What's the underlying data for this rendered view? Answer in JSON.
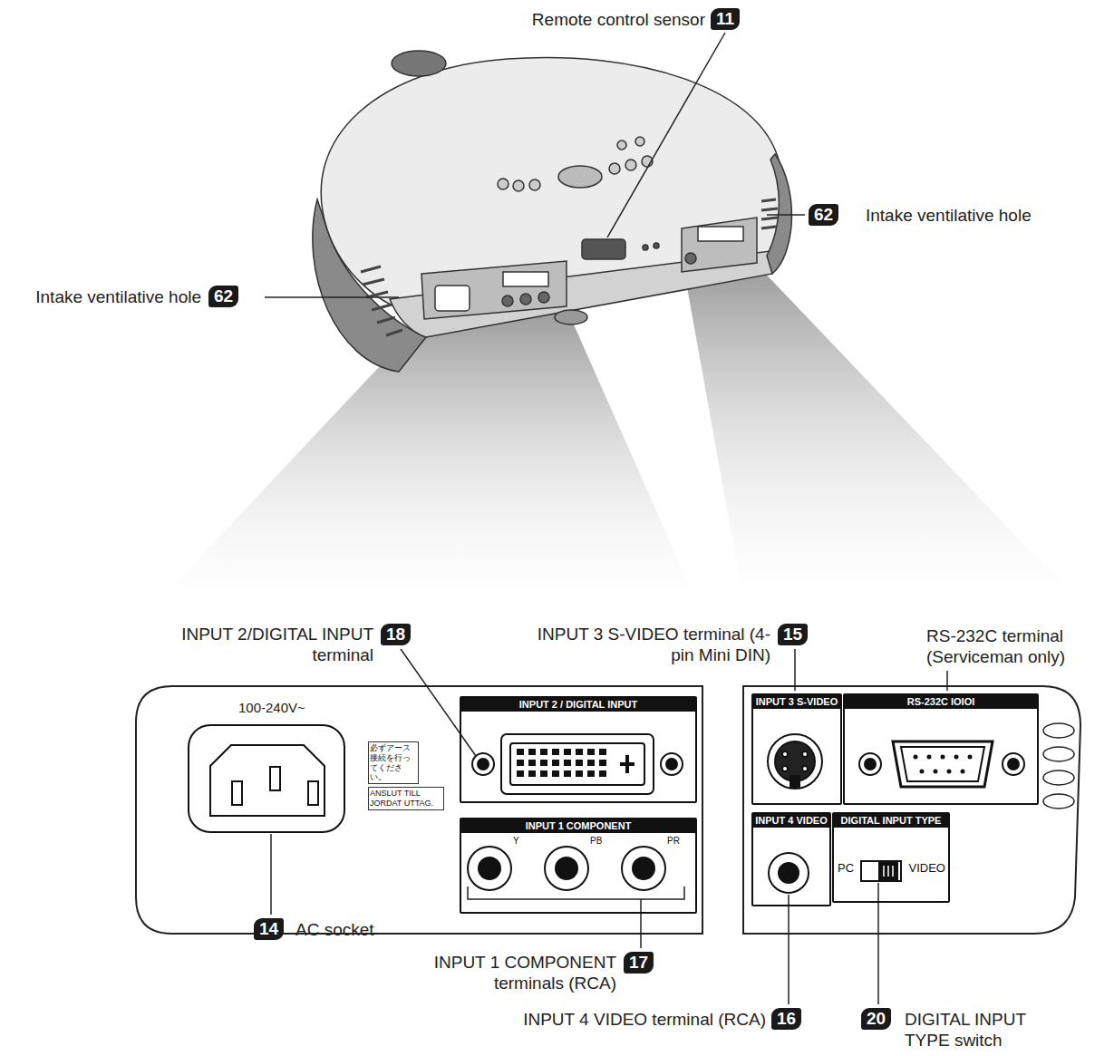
{
  "diagram": {
    "nodes": [
      {
        "text": [
          "必ずアース接続を行ってください。"
        ]
      },
      {
        "text": [
          "ANSLUT TILL JORDAT UTTAG."
        ]
      },
      {
        "text": [
          "INPUT 2 / DIGITAL INPUT"
        ]
      },
      {
        "text": [
          "INPUT 1 COMPONENT"
        ]
      },
      {
        "text": [
          "INPUT 3 S-VIDEO"
        ]
      },
      {
        "text": [
          "RS-232C IOIOI"
        ]
      },
      {
        "text": [
          "INPUT 4 VIDEO"
        ]
      },
      {
        "text": [
          "DIGITAL INPUT TYPE",
          "PC",
          "VIDEO"
        ]
      }
    ],
    "labels": [
      "Remote control sensor",
      "11",
      "62",
      "Intake ventilative hole",
      "Intake ventilative hole",
      "62",
      "INPUT 2/DIGITAL INPUT terminal",
      "18",
      "INPUT 3 S-VIDEO terminal (4-pin Mini DIN)",
      "15",
      "RS-232C terminal (Serviceman only)",
      "100-240V~",
      "14",
      "AC socket",
      "INPUT 1 COMPONENT terminals (RCA)",
      "17",
      "INPUT 4 VIDEO terminal (RCA)",
      "16",
      "20",
      "DIGITAL INPUT TYPE switch",
      "Y",
      "PB",
      "PR"
    ]
  }
}
